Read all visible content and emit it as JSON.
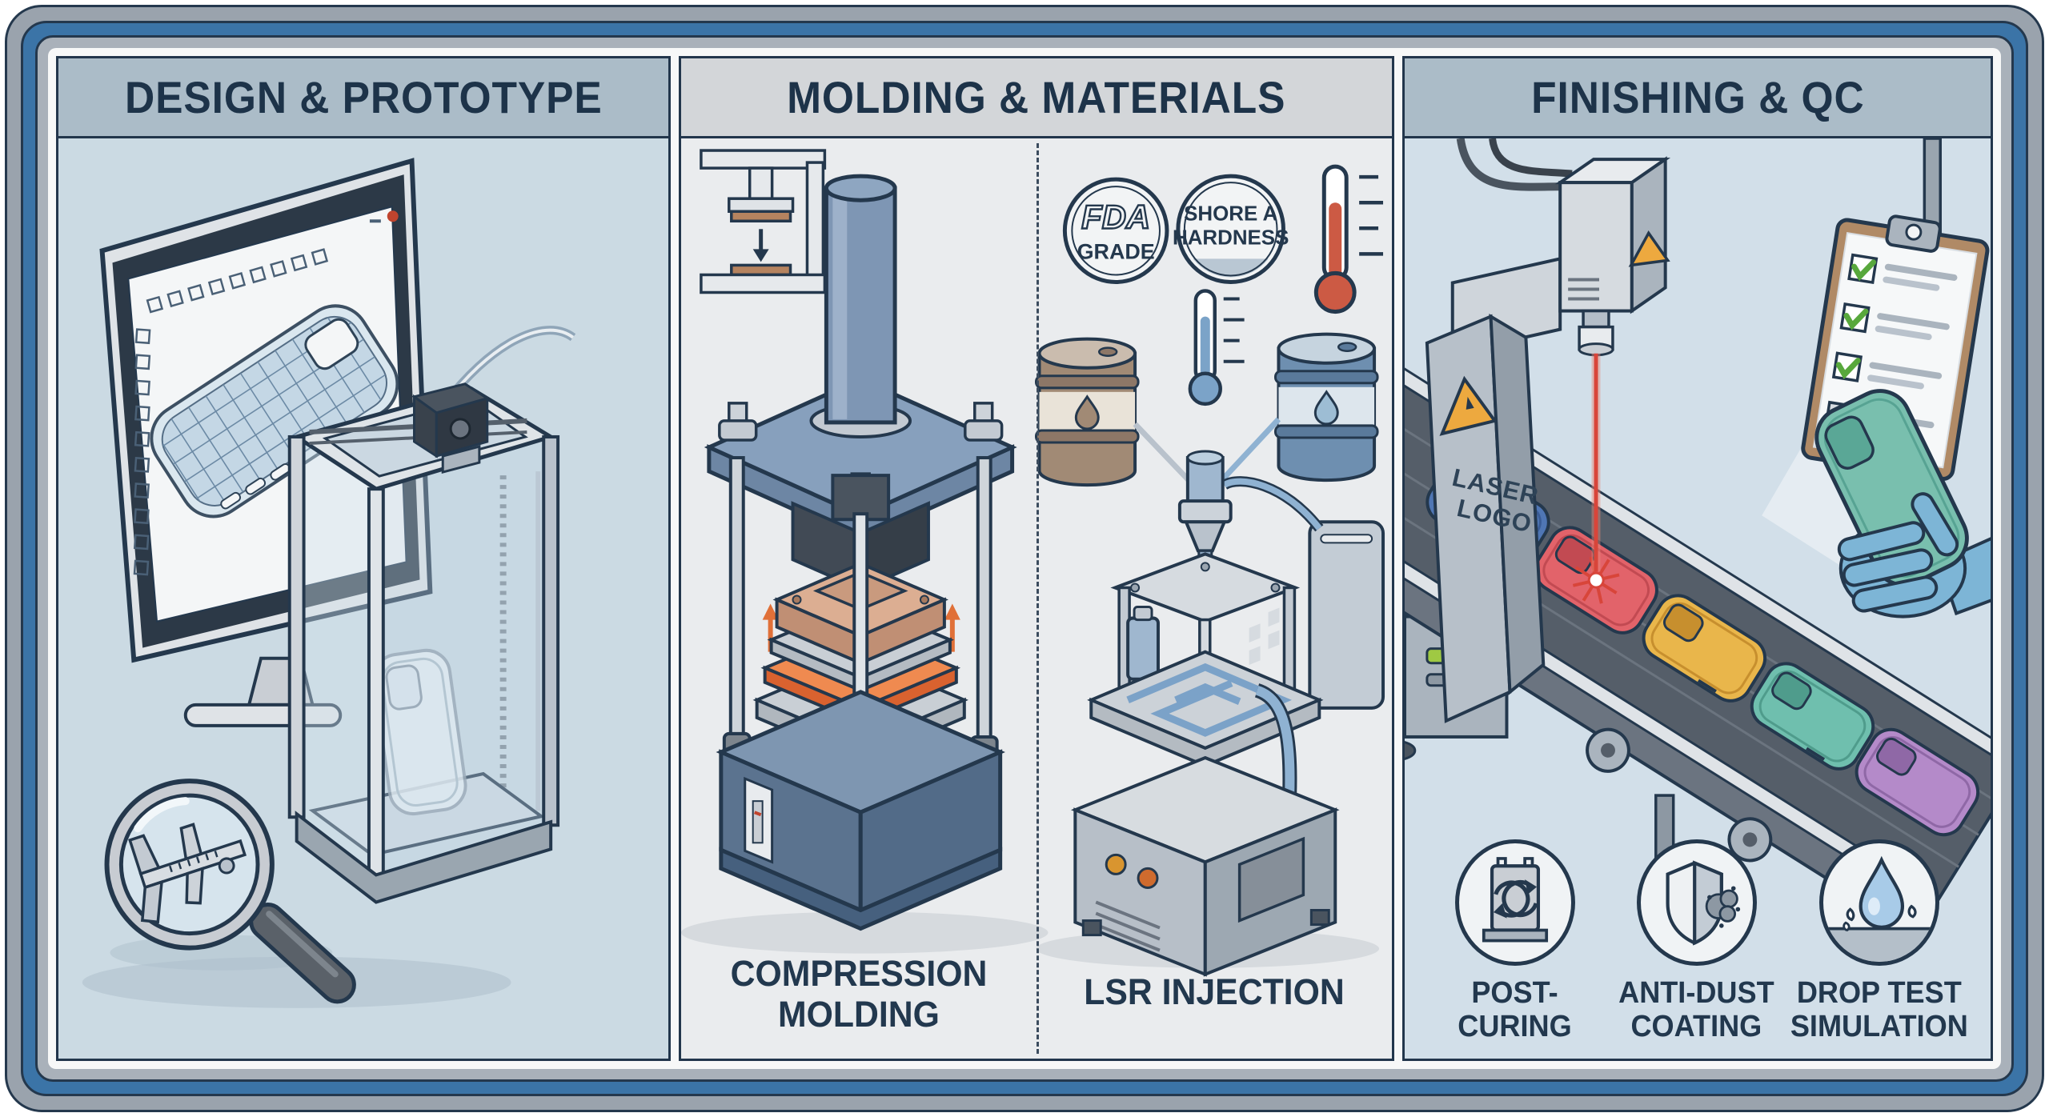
{
  "panels": [
    {
      "title": "DESIGN & PROTOTYPE"
    },
    {
      "title": "MOLDING & MATERIALS",
      "process_labels": [
        [
          "COMPRESSION",
          "MOLDING"
        ],
        [
          "LSR INJECTION",
          ""
        ]
      ],
      "badges": {
        "fda": [
          "FDA",
          "GRADE"
        ],
        "shore": [
          "SHORE A",
          "HARDNESS"
        ]
      }
    },
    {
      "title": "FINISHING & QC",
      "machine_label": [
        "LASER",
        "LOGO"
      ],
      "qc_items": [
        [
          "POST-CURING",
          ""
        ],
        [
          "ANTI-DUST",
          "COATING"
        ],
        [
          "DROP TEST",
          "SIMULATION"
        ]
      ]
    }
  ],
  "checklist": {
    "checked_count": 3,
    "total_boxes": 4
  },
  "colors": {
    "frame_blue": "#3b74a7",
    "frame_grey": "#9aa3ad",
    "outline_navy": "#24384d",
    "title_text": "#1d3349",
    "header_side": "#abbcc8",
    "header_mid": "#d3d6d9",
    "body_left": "#cbdae3",
    "body_mid": "#eaecee",
    "body_right": "#d2dfe9",
    "laser_red": "#d8453a",
    "check_green": "#58a83c",
    "warning_yellow": "#eda93f",
    "heat_orange": "#e07038",
    "glove_blue": "#7db5d6",
    "case_colors": [
      "#4f76b4",
      "#e2636a",
      "#e9b64b",
      "#6fbfae",
      "#b48ac9"
    ]
  }
}
